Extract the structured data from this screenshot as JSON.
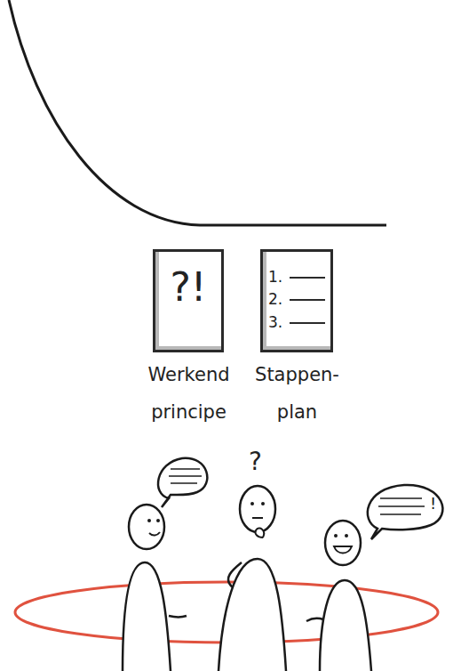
{
  "diagram": {
    "nodes": [
      {
        "text": [
          "?!",
          "Werkend principe"
        ]
      },
      {
        "text": [
          "1.",
          "2.",
          "3.",
          "Stappen- plan"
        ]
      }
    ],
    "labels": [
      "?",
      "!"
    ]
  }
}
